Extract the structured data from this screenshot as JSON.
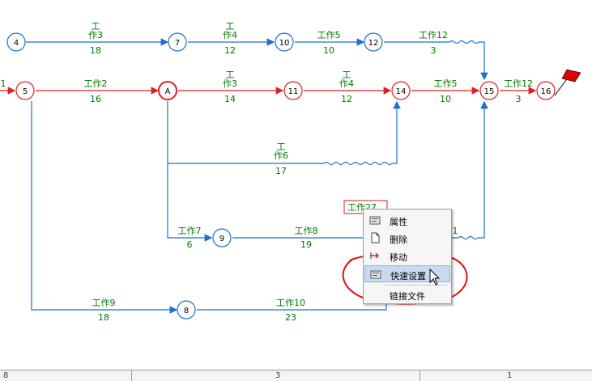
{
  "diagram": {
    "nodes": [
      {
        "id": "n4",
        "label": "4",
        "color": "#1e6fd0"
      },
      {
        "id": "n7",
        "label": "7",
        "color": "#1e6fd0"
      },
      {
        "id": "n10",
        "label": "10",
        "color": "#1e6fd0"
      },
      {
        "id": "n12",
        "label": "12",
        "color": "#1e6fd0"
      },
      {
        "id": "n5",
        "label": "5",
        "color": "#e02020"
      },
      {
        "id": "nA",
        "label": "A",
        "color": "#e02020"
      },
      {
        "id": "n11",
        "label": "11",
        "color": "#e02020"
      },
      {
        "id": "n14",
        "label": "14",
        "color": "#e02020"
      },
      {
        "id": "n15",
        "label": "15",
        "color": "#e02020"
      },
      {
        "id": "n16",
        "label": "16",
        "color": "#e02020"
      },
      {
        "id": "n9",
        "label": "9",
        "color": "#1e6fd0"
      },
      {
        "id": "n8",
        "label": "8",
        "color": "#1e6fd0"
      }
    ],
    "tasks": {
      "t_4_7_a": "工",
      "t_4_7_b": "作3",
      "t_4_7_d": "18",
      "t_7_10_a": "工",
      "t_7_10_b": "作4",
      "t_7_10_d": "12",
      "t_10_12": "工作5",
      "t_10_12_d": "10",
      "t_12_15": "工作12",
      "t_12_15_d": "3",
      "t_in_5": "1",
      "t_5_A": "工作2",
      "t_5_A_d": "16",
      "t_A_11_a": "工",
      "t_A_11_b": "作3",
      "t_A_11_d": "14",
      "t_11_14_a": "工",
      "t_11_14_b": "作4",
      "t_11_14_d": "12",
      "t_14_15": "工作5",
      "t_14_15_d": "10",
      "t_15_16": "工作12",
      "t_15_16_d": "3",
      "t_A_14_a": "工",
      "t_A_14_b": "作6",
      "t_A_14_d": "17",
      "t_A_9": "工作7",
      "t_A_9_d": "6",
      "t_9_x": "工作8",
      "t_9_x_d": "19",
      "t_x_15_d": "1",
      "t_5_8": "工作9",
      "t_5_8_d": "18",
      "t_8_x": "工作10",
      "t_8_x_d": "23",
      "t_selected": "工作27"
    },
    "critical_color": "#e02020",
    "normal_color": "#1e6fd0",
    "label_color": "#007a00"
  },
  "context_menu": {
    "items": [
      {
        "label": "属性"
      },
      {
        "label": "删除"
      },
      {
        "label": "移动"
      },
      {
        "label": "快速设置"
      },
      {
        "label": "链接文件"
      }
    ],
    "highlighted_index": 3
  },
  "status_bar": {
    "cells": [
      "8",
      "3",
      "1"
    ]
  }
}
